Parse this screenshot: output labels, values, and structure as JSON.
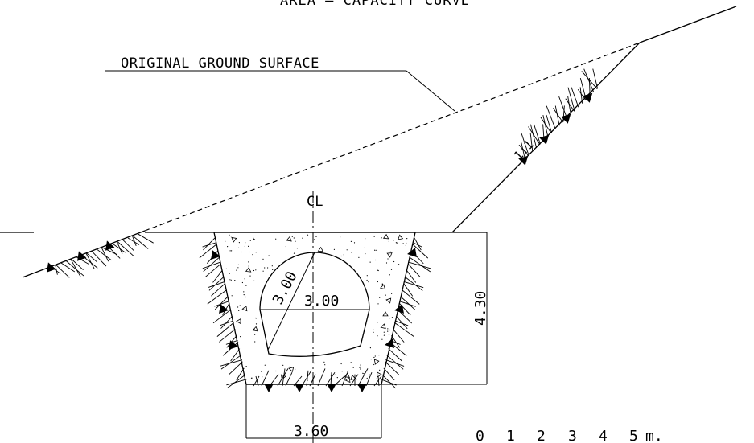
{
  "diagram": {
    "title_partial": "AREA — CAPACITY CURVE",
    "ground_label": "ORIGINAL GROUND SURFACE",
    "slope_label": "1:1",
    "centerline_label": "CL",
    "dimensions": {
      "radius": "3.00",
      "width_inner": "3.00",
      "height": "4.30",
      "base": "3.60"
    },
    "scale_bar": {
      "ticks": [
        "0",
        "1",
        "2",
        "3",
        "4",
        "5"
      ],
      "unit": "m."
    }
  }
}
